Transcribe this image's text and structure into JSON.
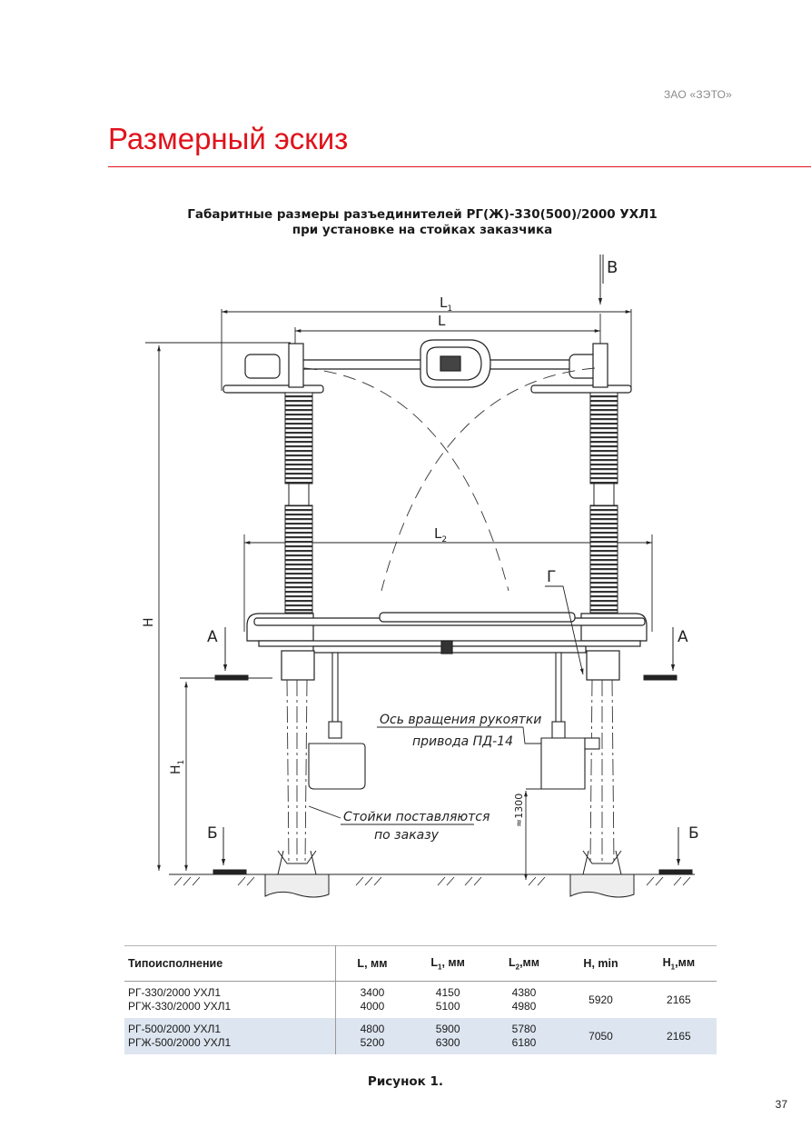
{
  "header": {
    "company": "ЗАО «ЗЭТО»"
  },
  "page_title": "Размерный эскиз",
  "figure_caption": {
    "line1": "Габаритные размеры разъединителей РГ(Ж)-330(500)/2000 УХЛ1",
    "line2": "при установке на стойках заказчика"
  },
  "drawing_labels": {
    "view_b": "В",
    "dim_L1": "L",
    "dim_L1_sub": "1",
    "dim_L": "L",
    "dim_L2": "L",
    "dim_L2_sub": "2",
    "dim_H": "H",
    "dim_H1": "H",
    "dim_H1_sub": "1",
    "section_a_left": "А",
    "section_a_right": "А",
    "section_b_left": "Б",
    "section_b_right": "Б",
    "detail_g": "Г",
    "handle_axis_line1": "Ось вращения рукоятки",
    "handle_axis_line2": "привода ПД-14",
    "posts_note_line1": "Стойки поставляются",
    "posts_note_line2": "по заказу",
    "height_1300": "≈1300"
  },
  "table": {
    "headers": [
      {
        "main": "Типоисполнение",
        "sub": "",
        "tail": ""
      },
      {
        "main": "L",
        "sub": "",
        "tail": ", мм"
      },
      {
        "main": "L",
        "sub": "1",
        "tail": ", мм"
      },
      {
        "main": "L",
        "sub": "2",
        "tail": ",мм"
      },
      {
        "main": "H",
        "sub": "",
        "tail": ", min"
      },
      {
        "main": "H",
        "sub": "1",
        "tail": ",мм"
      }
    ],
    "groups": [
      {
        "types": [
          "РГ-330/2000 УХЛ1",
          "РГЖ-330/2000 УХЛ1"
        ],
        "L": [
          "3400",
          "4000"
        ],
        "L1": [
          "4150",
          "5100"
        ],
        "L2": [
          "4380",
          "4980"
        ],
        "H_min": "5920",
        "H1": "2165"
      },
      {
        "types": [
          "РГ-500/2000 УХЛ1",
          "РГЖ-500/2000 УХЛ1"
        ],
        "L": [
          "4800",
          "5200"
        ],
        "L1": [
          "5900",
          "6300"
        ],
        "L2": [
          "5780",
          "6180"
        ],
        "H_min": "7050",
        "H1": "2165"
      }
    ]
  },
  "figure_label": "Рисунок 1.",
  "page_number": "37"
}
